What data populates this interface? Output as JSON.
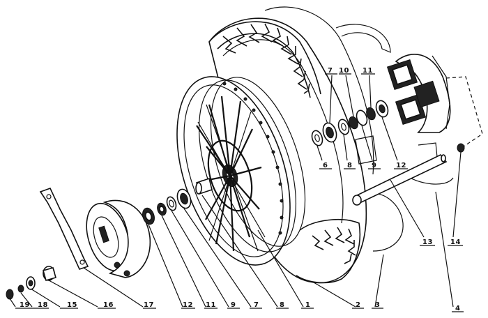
{
  "diagram": {
    "bottom_labels": [
      "19",
      "18",
      "15",
      "16",
      "17",
      "12",
      "11",
      "9",
      "7",
      "8",
      "1",
      "2",
      "3",
      "4"
    ],
    "upper_labels": [
      "7",
      "10",
      "11",
      "6",
      "8",
      "9",
      "12",
      "13",
      "14"
    ]
  }
}
